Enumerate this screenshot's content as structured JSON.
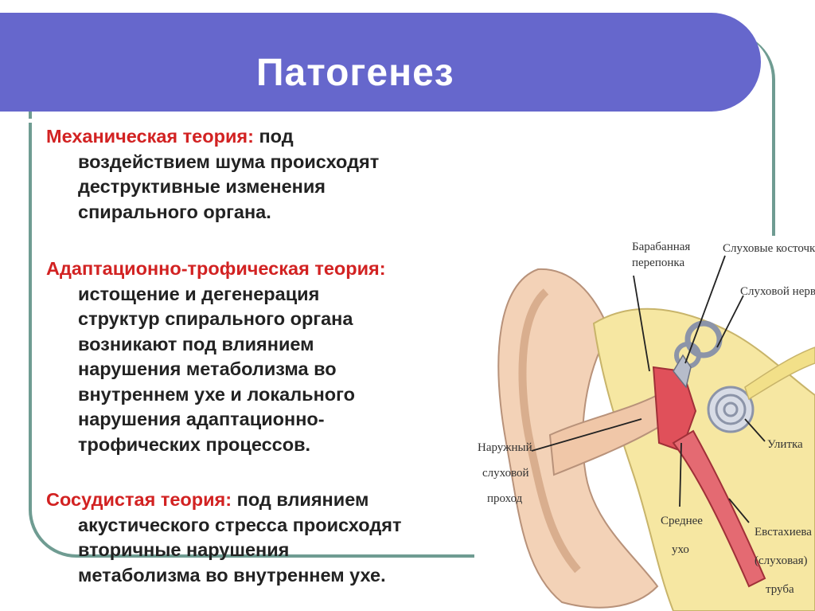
{
  "title": "Патогенез",
  "theories": [
    {
      "heading": "Механическая теория:",
      "first_line": " под",
      "lines": [
        "воздействием шума происходят",
        "деструктивные изменения",
        "спирального органа."
      ]
    },
    {
      "heading": "Адаптационно-трофическая теория:",
      "first_line": "",
      "lines": [
        "истощение и дегенерация",
        "структур спирального органа",
        "возникают под влиянием",
        "нарушения метаболизма во",
        "внутреннем ухе и локального",
        "нарушения адаптационно-",
        "трофических процессов."
      ]
    },
    {
      "heading": "Сосудистая теория:",
      "first_line": " под влиянием",
      "lines": [
        "акустического стресса происходят",
        "вторичные нарушения",
        "метаболизма во внутреннем ухе."
      ]
    }
  ],
  "ear_labels": {
    "eardrum_1": "Барабанная",
    "eardrum_2": "перепонка",
    "ossicles": "Слуховые косточки",
    "nerve": "Слуховой нерв",
    "cochlea": "Улитка",
    "canal_1": "Наружный",
    "canal_2": "слуховой",
    "canal_3": "проход",
    "middle_1": "Среднее",
    "middle_2": "ухо",
    "tube_1": "Евстахиева",
    "tube_2": "(слуховая)",
    "tube_3": "труба"
  },
  "colors": {
    "title_band": "#6667cc",
    "frame": "#6f9c92",
    "heading": "#d22222"
  }
}
